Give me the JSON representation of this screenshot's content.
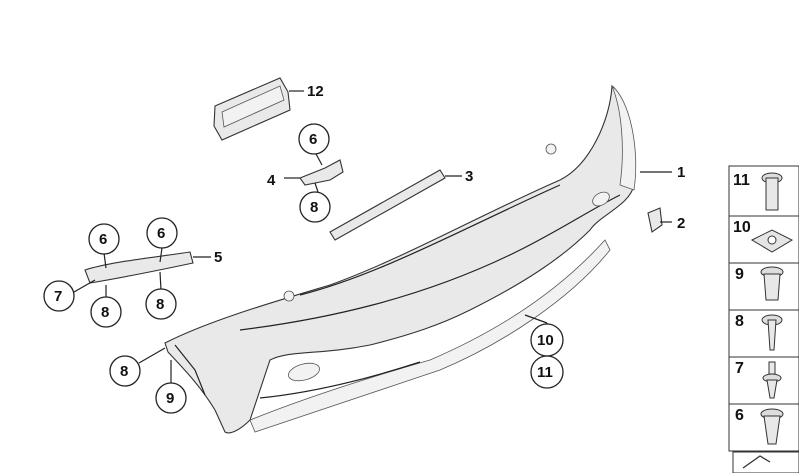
{
  "callouts": {
    "c1": "1",
    "c2": "2",
    "c3": "3",
    "c4": "4",
    "c5": "5",
    "c6a": "6",
    "c6b": "6",
    "c6c": "6",
    "c7": "7",
    "c8a": "8",
    "c8b": "8",
    "c8c": "8",
    "c8d": "8",
    "c9": "9",
    "c10": "10",
    "c11": "11",
    "c12": "12"
  },
  "legend": {
    "items": [
      {
        "num": "11",
        "icon": "bolt-icon"
      },
      {
        "num": "10",
        "icon": "clip-nut-icon"
      },
      {
        "num": "9",
        "icon": "expanding-rivet-icon"
      },
      {
        "num": "8",
        "icon": "screw-icon"
      },
      {
        "num": "7",
        "icon": "push-pin-icon"
      },
      {
        "num": "6",
        "icon": "plastic-rivet-icon"
      }
    ]
  }
}
